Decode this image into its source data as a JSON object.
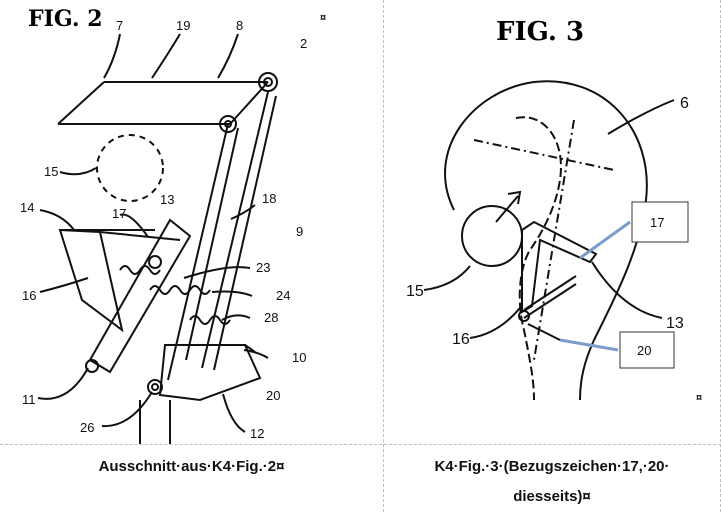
{
  "left": {
    "figure_title": "FIG. 2",
    "reference_numerals": [
      "7",
      "19",
      "8",
      "2",
      "15",
      "14",
      "17",
      "13",
      "18",
      "9",
      "16",
      "23",
      "24",
      "28",
      "10",
      "11",
      "26",
      "20",
      "12"
    ],
    "caption": "Ausschnitt·aus·K4·Fig.·2¤"
  },
  "right": {
    "figure_title": "FIG. 3",
    "reference_numerals": [
      "6",
      "15",
      "16",
      "13"
    ],
    "callouts": [
      "17",
      "20"
    ],
    "caption_line1": "K4·Fig.·3·(Bezugszeichen·17,·20·",
    "caption_line2": "diesseits)¤"
  },
  "cell_marker": "¤"
}
